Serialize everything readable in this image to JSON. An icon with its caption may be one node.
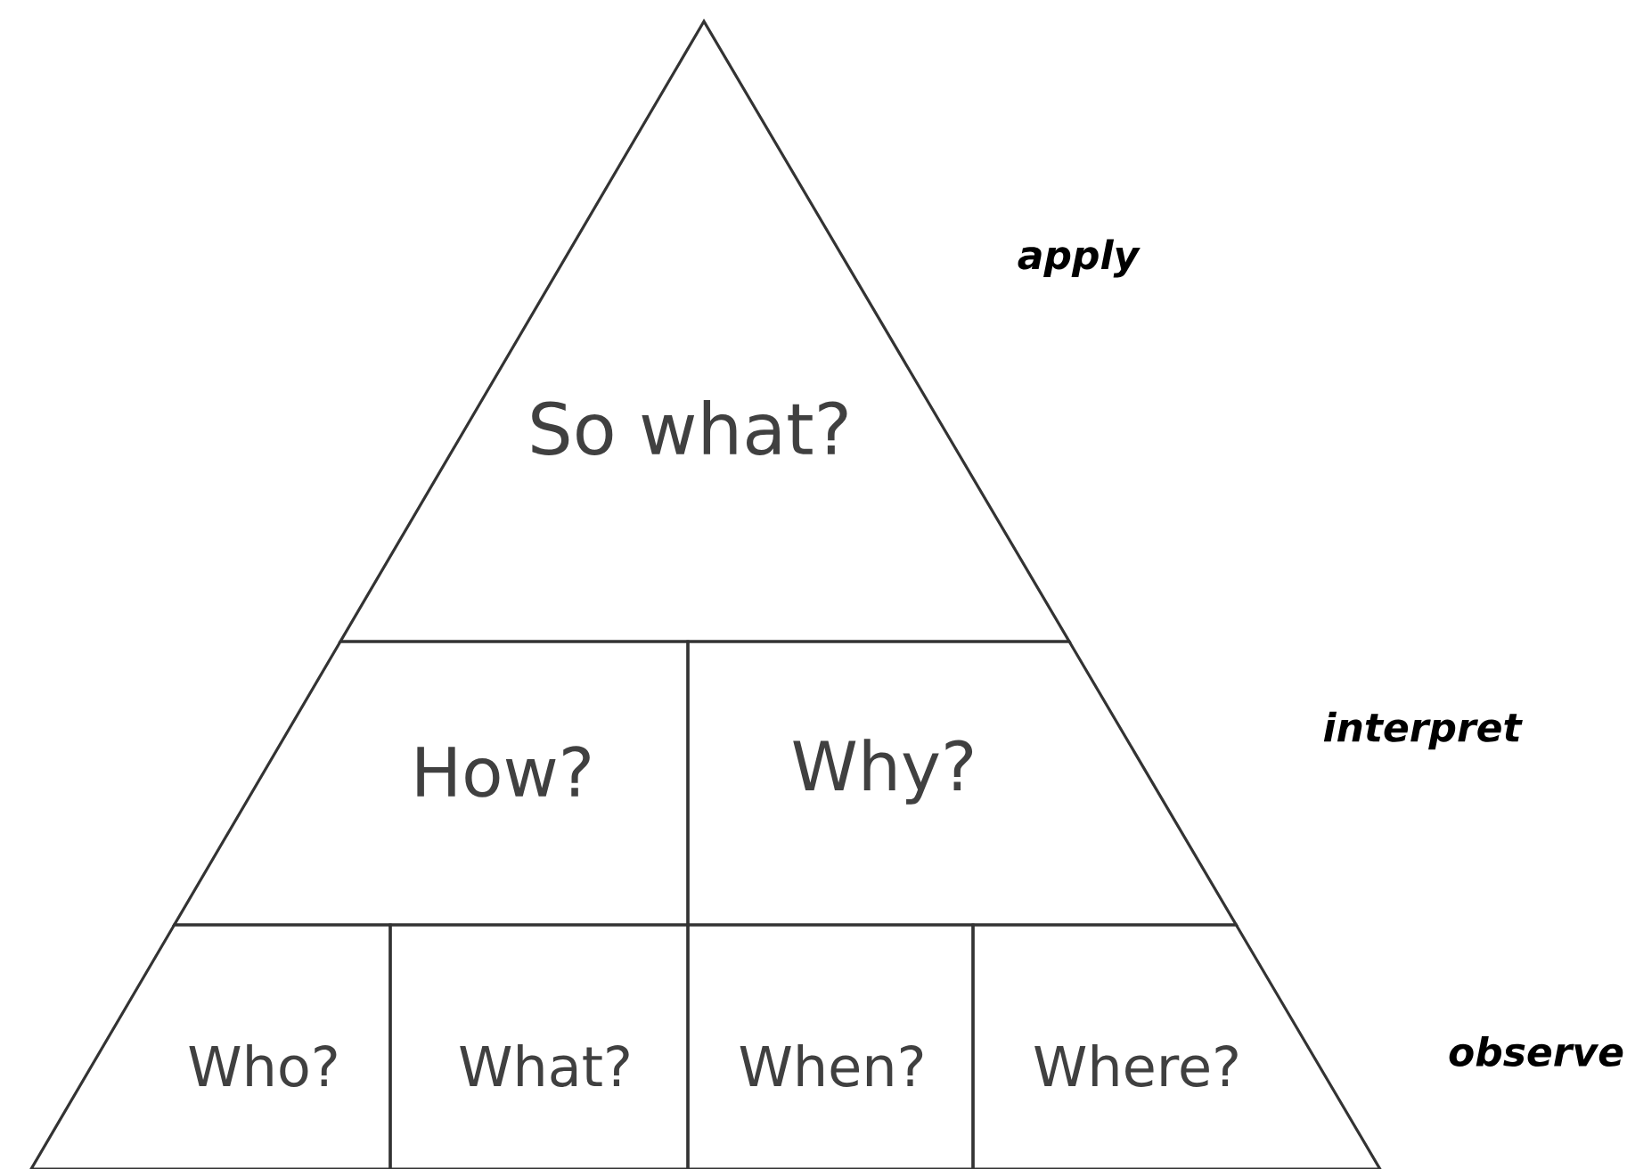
{
  "diagram": {
    "nodes": [
      {
        "text": [
          "So what?"
        ]
      },
      {
        "text": [
          "How?"
        ]
      },
      {
        "text": [
          "Why?"
        ]
      },
      {
        "text": [
          "Who?"
        ]
      },
      {
        "text": [
          "What?"
        ]
      },
      {
        "text": [
          "When?"
        ]
      },
      {
        "text": [
          "Where?"
        ]
      }
    ],
    "labels": [
      "apply",
      "interpret",
      "observe"
    ]
  }
}
